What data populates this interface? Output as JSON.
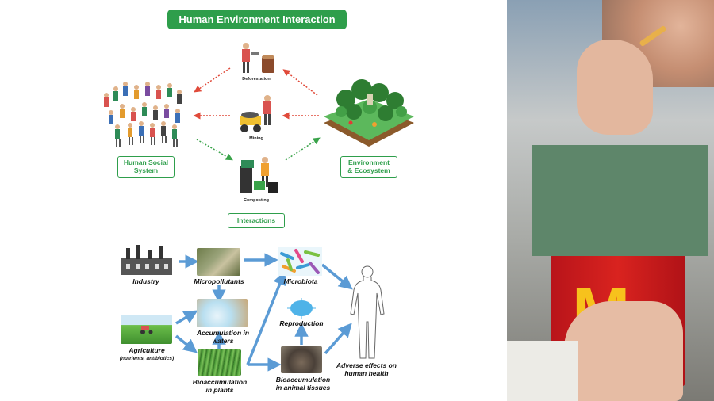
{
  "diagram": {
    "title": "Human Environment Interaction",
    "human_system_label": "Human Social\nSystem",
    "environment_label": "Environment\n& Ecosystem",
    "interactions_label": "Interactions",
    "activities": [
      "Deforestation",
      "Mining",
      "Composting"
    ]
  },
  "flow": {
    "industry": "Industry",
    "micropollutants": "Micropollutants",
    "microbiota": "Microbiota",
    "accumulation_waters": "Accumulation in waters",
    "agriculture": "Agriculture",
    "agriculture_sub": "(nutrients, antibiotics)",
    "reproduction": "Reproduction",
    "bioaccumulation_plants": "Bioaccumulation\nin plants",
    "bioaccumulation_animals": "Bioaccumulation\nin animal tissues",
    "adverse_effects": "Adverse effects on\nhuman health"
  },
  "colors": {
    "green": "#2e9e4b",
    "arrow_red": "#e04a3a",
    "arrow_green": "#3aa34a",
    "flow_blue": "#5b9bd5",
    "overlay": "#5e866a"
  }
}
